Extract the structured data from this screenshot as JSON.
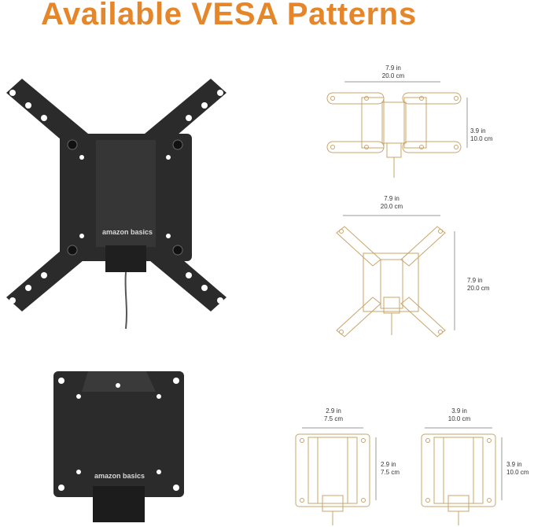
{
  "title": "Available VESA Patterns",
  "colors": {
    "title": "#e5862b",
    "outline": "#c9a46a",
    "mount": "#2b2b2b",
    "dimension_line": "#999999"
  },
  "brand_logo": "amazon basics",
  "patterns": [
    {
      "width_in": "7.9 in",
      "width_cm": "20.0 cm",
      "height_in": "3.9 in",
      "height_cm": "10.0 cm"
    },
    {
      "width_in": "7.9 in",
      "width_cm": "20.0 cm",
      "height_in": "7.9 in",
      "height_cm": "20.0 cm"
    },
    {
      "width_in": "2.9 in",
      "width_cm": "7.5 cm",
      "height_in": "2.9 in",
      "height_cm": "7.5 cm"
    },
    {
      "width_in": "3.9 in",
      "width_cm": "10.0 cm",
      "height_in": "3.9 in",
      "height_cm": "10.0 cm"
    }
  ]
}
